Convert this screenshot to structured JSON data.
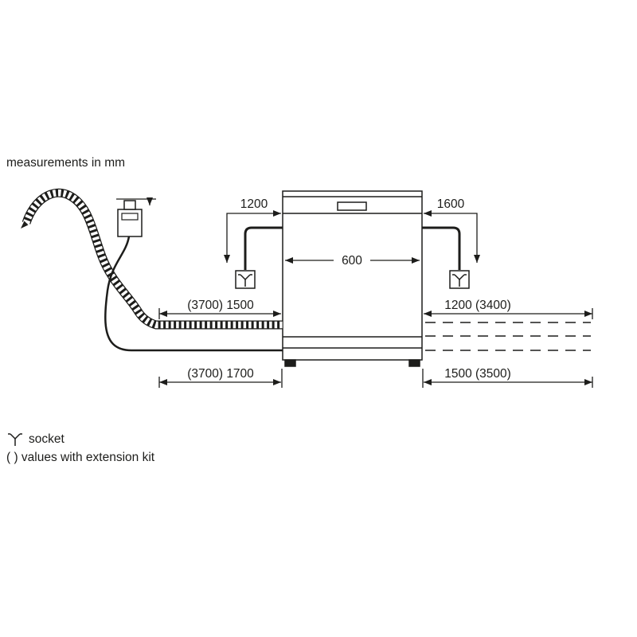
{
  "title": "measurements in mm",
  "diagram": {
    "appliance": "dishwasher-outline",
    "dimensions": {
      "cable_left": "1200",
      "cable_right": "1600",
      "appliance_width": "600",
      "left_mid": "(3700) 1500",
      "right_mid": "1200 (3400)",
      "left_bottom": "(3700) 1700",
      "right_bottom": "1500 (3500)"
    },
    "legend": {
      "socket_label": "socket",
      "extension_note": "( ) values with extension kit"
    },
    "colors": {
      "line": "#1d1d1b",
      "background": "#ffffff"
    }
  }
}
